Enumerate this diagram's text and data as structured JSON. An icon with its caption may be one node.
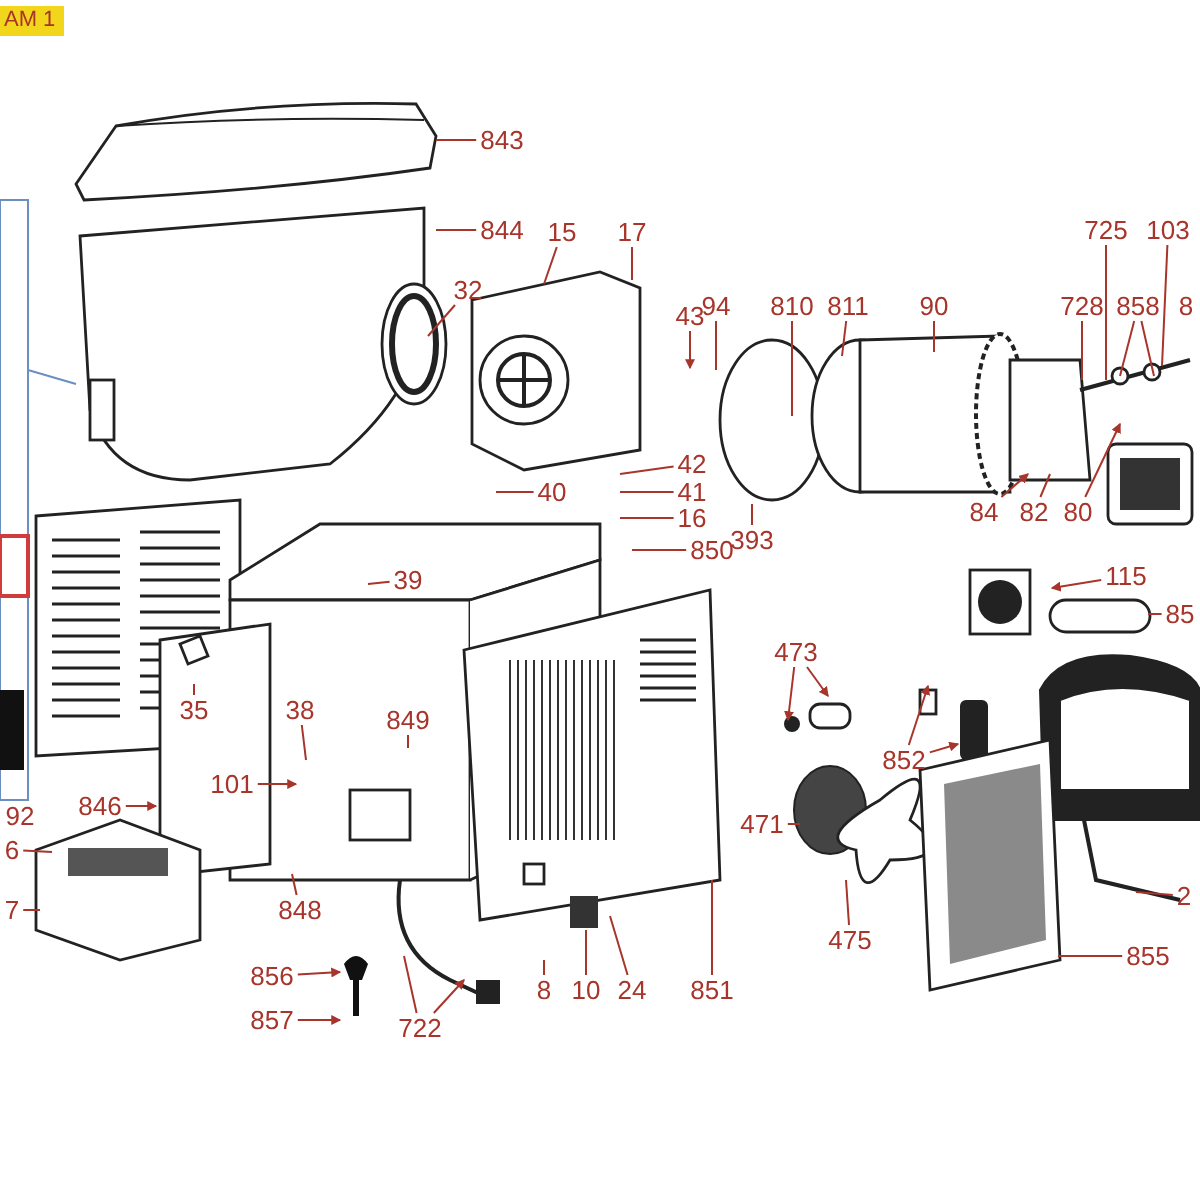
{
  "diagram": {
    "nodes": [
      {
        "text": [
          "843"
        ]
      },
      {
        "text": [
          "844"
        ]
      },
      {
        "text": [
          "15"
        ]
      },
      {
        "text": [
          "32"
        ]
      },
      {
        "text": [
          "17"
        ]
      },
      {
        "text": [
          "43"
        ]
      },
      {
        "text": [
          "94"
        ]
      },
      {
        "text": [
          "810"
        ]
      },
      {
        "text": [
          "811"
        ]
      },
      {
        "text": [
          "90"
        ]
      },
      {
        "text": [
          "725"
        ]
      },
      {
        "text": [
          "103"
        ]
      },
      {
        "text": [
          "728"
        ]
      },
      {
        "text": [
          "858"
        ]
      },
      {
        "text": [
          "42"
        ]
      },
      {
        "text": [
          "41"
        ]
      },
      {
        "text": [
          "40"
        ]
      },
      {
        "text": [
          "16"
        ]
      },
      {
        "text": [
          "850"
        ]
      },
      {
        "text": [
          "393"
        ]
      },
      {
        "text": [
          "84"
        ]
      },
      {
        "text": [
          "82"
        ]
      },
      {
        "text": [
          "80"
        ]
      },
      {
        "text": [
          "115"
        ]
      },
      {
        "text": [
          "39"
        ]
      },
      {
        "text": [
          "35"
        ]
      },
      {
        "text": [
          "38"
        ]
      },
      {
        "text": [
          "849"
        ]
      },
      {
        "text": [
          "101"
        ]
      },
      {
        "text": [
          "846"
        ]
      },
      {
        "text": [
          "6"
        ]
      },
      {
        "text": [
          "848"
        ]
      },
      {
        "text": [
          "7"
        ]
      },
      {
        "text": [
          "856"
        ]
      },
      {
        "text": [
          "857"
        ]
      },
      {
        "text": [
          "722"
        ]
      },
      {
        "text": [
          "8"
        ]
      },
      {
        "text": [
          "10"
        ]
      },
      {
        "text": [
          "24"
        ]
      },
      {
        "text": [
          "851"
        ]
      },
      {
        "text": [
          "473"
        ]
      },
      {
        "text": [
          "852"
        ]
      },
      {
        "text": [
          "471"
        ]
      },
      {
        "text": [
          "475"
        ]
      },
      {
        "text": [
          "855"
        ]
      },
      {
        "text": [
          "2"
        ]
      },
      {
        "text": [
          "85"
        ]
      }
    ],
    "edges": [
      {
        "from": 0,
        "to": null,
        "arrow": "none"
      },
      {
        "from": 1,
        "to": null,
        "arrow": "none"
      },
      {
        "from": 2,
        "to": null,
        "arrow": "none"
      },
      {
        "from": 3,
        "to": null,
        "arrow": "none"
      },
      {
        "from": 4,
        "to": null,
        "arrow": "none"
      },
      {
        "from": 5,
        "to": null,
        "arrow": "to"
      },
      {
        "from": 6,
        "to": null,
        "arrow": "none"
      },
      {
        "from": 7,
        "to": null,
        "arrow": "none"
      },
      {
        "from": 8,
        "to": null,
        "arrow": "none"
      },
      {
        "from": 9,
        "to": null,
        "arrow": "none"
      },
      {
        "from": 10,
        "to": null,
        "arrow": "none"
      },
      {
        "from": 11,
        "to": null,
        "arrow": "none"
      },
      {
        "from": 12,
        "to": null,
        "arrow": "none"
      },
      {
        "from": 13,
        "to": null,
        "arrow": "none"
      },
      {
        "from": 13,
        "to": null,
        "arrow": "none"
      },
      {
        "from": 14,
        "to": null,
        "arrow": "none"
      },
      {
        "from": 15,
        "to": null,
        "arrow": "none"
      },
      {
        "from": 16,
        "to": null,
        "arrow": "none"
      },
      {
        "from": 17,
        "to": null,
        "arrow": "none"
      },
      {
        "from": 18,
        "to": null,
        "arrow": "none"
      },
      {
        "from": 19,
        "to": null,
        "arrow": "none"
      },
      {
        "from": 20,
        "to": null,
        "arrow": "to"
      },
      {
        "from": 21,
        "to": null,
        "arrow": "none"
      },
      {
        "from": 22,
        "to": null,
        "arrow": "to"
      },
      {
        "from": 23,
        "to": null,
        "arrow": "to"
      },
      {
        "from": 24,
        "to": null,
        "arrow": "none"
      },
      {
        "from": 25,
        "to": null,
        "arrow": "none"
      },
      {
        "from": 26,
        "to": null,
        "arrow": "none"
      },
      {
        "from": 27,
        "to": null,
        "arrow": "none"
      },
      {
        "from": 28,
        "to": null,
        "arrow": "to"
      },
      {
        "from": 29,
        "to": null,
        "arrow": "to"
      },
      {
        "from": 30,
        "to": null,
        "arrow": "none"
      },
      {
        "from": 31,
        "to": null,
        "arrow": "none"
      },
      {
        "from": 32,
        "to": null,
        "arrow": "none"
      },
      {
        "from": 33,
        "to": null,
        "arrow": "to"
      },
      {
        "from": 34,
        "to": null,
        "arrow": "to"
      },
      {
        "from": 35,
        "to": null,
        "arrow": "none"
      },
      {
        "from": 35,
        "to": null,
        "arrow": "to"
      },
      {
        "from": 36,
        "to": null,
        "arrow": "none"
      },
      {
        "from": 37,
        "to": null,
        "arrow": "none"
      },
      {
        "from": 38,
        "to": null,
        "arrow": "none"
      },
      {
        "from": 39,
        "to": null,
        "arrow": "none"
      },
      {
        "from": 40,
        "to": null,
        "arrow": "to"
      },
      {
        "from": 40,
        "to": null,
        "arrow": "to"
      },
      {
        "from": 41,
        "to": null,
        "arrow": "to"
      },
      {
        "from": 41,
        "to": null,
        "arrow": "to"
      },
      {
        "from": 42,
        "to": null,
        "arrow": "none"
      },
      {
        "from": 43,
        "to": null,
        "arrow": "none"
      },
      {
        "from": 44,
        "to": null,
        "arrow": "none"
      },
      {
        "from": 45,
        "to": null,
        "arrow": "none"
      },
      {
        "from": 46,
        "to": null,
        "arrow": "none"
      }
    ],
    "labels": [
      "AM 1",
      "8",
      "92"
    ]
  }
}
